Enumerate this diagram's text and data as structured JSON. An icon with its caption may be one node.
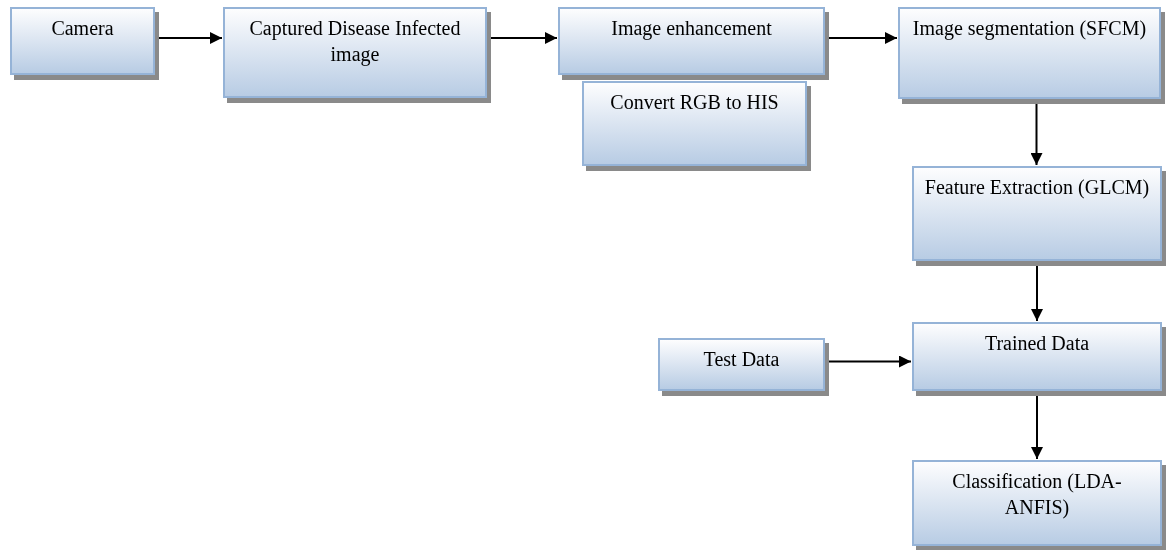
{
  "diagram": {
    "nodes": [
      {
        "text": [
          "Camera"
        ]
      },
      {
        "text": [
          "Captured Disease Infected image"
        ]
      },
      {
        "text": [
          "Image enhancement"
        ]
      },
      {
        "text": [
          "Convert RGB to HIS"
        ]
      },
      {
        "text": [
          "Image segmentation (SFCM)"
        ]
      },
      {
        "text": [
          "Feature Extraction (GLCM)"
        ]
      },
      {
        "text": [
          "Test Data"
        ]
      },
      {
        "text": [
          "Trained Data"
        ]
      },
      {
        "text": [
          "Classification (LDA-ANFIS)"
        ]
      }
    ],
    "edges": [
      {
        "from": 0,
        "to": 1,
        "arrow": "to"
      },
      {
        "from": 1,
        "to": 2,
        "arrow": "to"
      },
      {
        "from": 2,
        "to": 4,
        "arrow": "to"
      },
      {
        "from": 4,
        "to": 5,
        "arrow": "to"
      },
      {
        "from": 5,
        "to": 7,
        "arrow": "to"
      },
      {
        "from": 6,
        "to": 7,
        "arrow": "to"
      },
      {
        "from": 7,
        "to": 8,
        "arrow": "to"
      }
    ]
  }
}
